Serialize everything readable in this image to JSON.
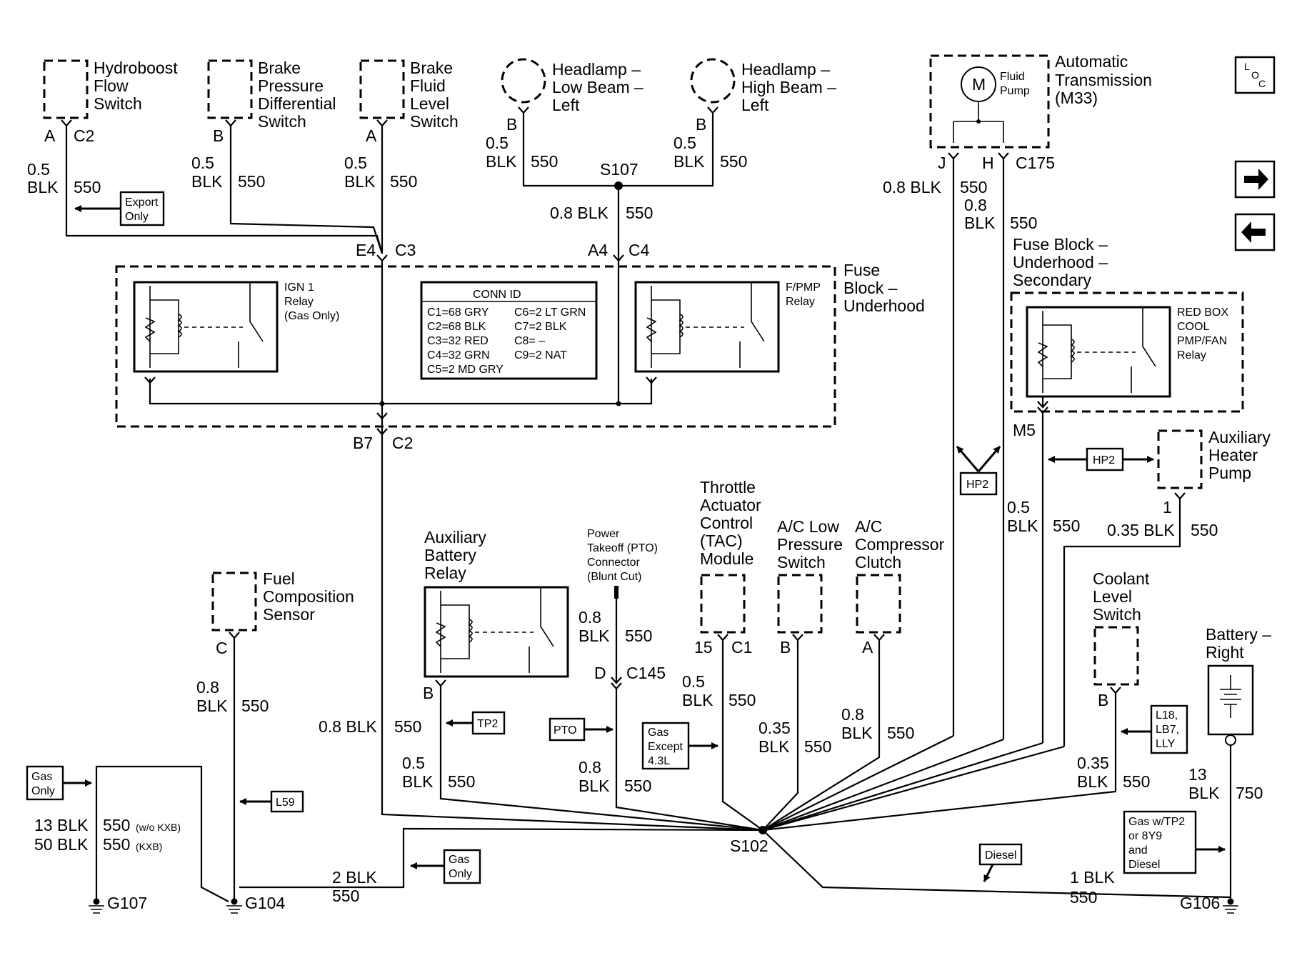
{
  "components": {
    "hydroboost": [
      "Hydroboost",
      "Flow",
      "Switch"
    ],
    "brake_pressure": [
      "Brake",
      "Pressure",
      "Differential",
      "Switch"
    ],
    "brake_fluid": [
      "Brake",
      "Fluid",
      "Level",
      "Switch"
    ],
    "headlamp_low": [
      "Headlamp –",
      "Low Beam –",
      "Left"
    ],
    "headlamp_high": [
      "Headlamp –",
      "High Beam –",
      "Left"
    ],
    "fluid_pump": {
      "motor": "M",
      "label": [
        "Fluid",
        "Pump"
      ]
    },
    "trans": [
      "Automatic",
      "Transmission",
      "(M33)"
    ],
    "fuse_block": [
      "Fuse",
      "Block –",
      "Underhood"
    ],
    "ign_relay": [
      "IGN 1",
      "Relay",
      "(Gas Only)"
    ],
    "fpmp_relay": [
      "F/PMP",
      "Relay"
    ],
    "fuse_block_secondary": [
      "Fuse Block –",
      "Underhood –",
      "Secondary"
    ],
    "redbox_relay": [
      "RED BOX",
      "COOL",
      "PMP/FAN",
      "Relay"
    ],
    "aux_heater": [
      "Auxiliary",
      "Heater",
      "Pump"
    ],
    "aux_battery": [
      "Auxiliary",
      "Battery",
      "Relay"
    ],
    "pto": [
      "Power",
      "Takeoff (PTO)",
      "Connector",
      "(Blunt Cut)"
    ],
    "tac": [
      "Throttle",
      "Actuator",
      "Control",
      "(TAC)",
      "Module"
    ],
    "ac_low": [
      "A/C Low",
      "Pressure",
      "Switch"
    ],
    "ac_comp": [
      "A/C",
      "Compressor",
      "Clutch"
    ],
    "fuel_comp": [
      "Fuel",
      "Composition",
      "Sensor"
    ],
    "coolant": [
      "Coolant",
      "Level",
      "Switch"
    ],
    "battery": [
      "Battery –",
      "Right"
    ]
  },
  "conn_id": {
    "title": "CONN ID",
    "left": [
      "C1=68 GRY",
      "C2=68 BLK",
      "C3=32 RED",
      "C4=32 GRN",
      "C5=2 MD GRY"
    ],
    "right": [
      "C6=2 LT GRN",
      "C7=2 BLK",
      "C8= –",
      "C9=2 NAT"
    ]
  },
  "pins": {
    "hydro_pin": "A",
    "hydro_conn": "C2",
    "brake_press_pin": "B",
    "brake_fluid_pin": "A",
    "hl_low_pin": "B",
    "hl_high_pin": "B",
    "trans_j": "J",
    "trans_h": "H",
    "trans_conn": "C175",
    "e4": "E4",
    "c3": "C3",
    "a4": "A4",
    "c4": "C4",
    "b7": "B7",
    "c2": "C2",
    "m5": "M5",
    "aux_heater_pin": "1",
    "fuel_comp_pin": "C",
    "aux_batt_pin": "B",
    "pto_d": "D",
    "pto_conn": "C145",
    "tac_pin": "15",
    "tac_conn": "C1",
    "ac_low_pin": "B",
    "ac_comp_pin": "A",
    "coolant_pin": "B"
  },
  "wires": {
    "hydro": [
      "0.5",
      "BLK",
      "550"
    ],
    "brake_press": [
      "0.5",
      "BLK",
      "550"
    ],
    "brake_fluid": [
      "0.5",
      "BLK",
      "550"
    ],
    "hl_low": [
      "0.5",
      "BLK",
      "550"
    ],
    "hl_high": [
      "0.5",
      "BLK",
      "550"
    ],
    "s107_out": [
      "0.8 BLK",
      "550"
    ],
    "trans_j": [
      "0.8 BLK",
      "550"
    ],
    "trans_h": [
      "0.8",
      "BLK",
      "550"
    ],
    "b7_out": [
      "0.8 BLK",
      "550"
    ],
    "m5_out": [
      "0.5",
      "BLK",
      "550"
    ],
    "aux_heater": [
      "0.35 BLK",
      "550"
    ],
    "fuel_comp": [
      "0.8",
      "BLK",
      "550"
    ],
    "aux_batt": [
      "0.5",
      "BLK",
      "550"
    ],
    "pto_top": [
      "0.8",
      "BLK",
      "550"
    ],
    "pto_bottom": [
      "0.8",
      "BLK",
      "550"
    ],
    "tac": [
      "0.5",
      "BLK",
      "550"
    ],
    "ac_low": [
      "0.35",
      "BLK",
      "550"
    ],
    "ac_comp": [
      "0.8",
      "BLK",
      "550"
    ],
    "coolant": [
      "0.35",
      "BLK",
      "550"
    ],
    "battery": [
      "13",
      "BLK",
      "750"
    ],
    "g107": [
      "13 BLK",
      "50 BLK",
      "550",
      "550",
      "(w/o KXB)",
      "(KXB)"
    ],
    "g104": [
      "2 BLK",
      "550"
    ],
    "g106": [
      "1 BLK",
      "550"
    ]
  },
  "splices": {
    "s107": "S107",
    "s102": "S102"
  },
  "grounds": {
    "g107": "G107",
    "g104": "G104",
    "g106": "G106"
  },
  "options": {
    "export_only": [
      "Export",
      "Only"
    ],
    "hp2": "HP2",
    "tp2": "TP2",
    "pto": "PTO",
    "gas_except": [
      "Gas",
      "Except",
      "4.3L"
    ],
    "l59": "L59",
    "gas_only_left": [
      "Gas",
      "Only"
    ],
    "gas_only_mid": [
      "Gas",
      "Only"
    ],
    "l18": [
      "L18,",
      "LB7,",
      "LLY"
    ],
    "diesel": "Diesel",
    "gas_tp2": [
      "Gas w/TP2",
      "or 8Y9",
      "and",
      "Diesel"
    ]
  },
  "nav": {
    "loc": [
      "L",
      "O",
      "C"
    ]
  }
}
